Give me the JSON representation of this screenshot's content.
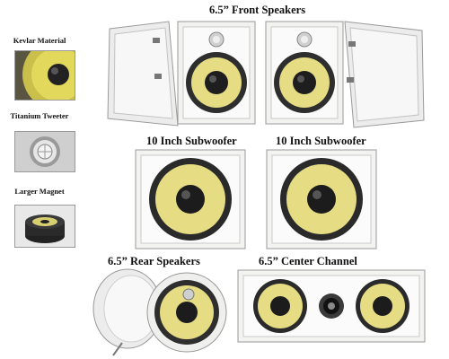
{
  "sidebar": {
    "features": [
      {
        "label": "Kevlar Material"
      },
      {
        "label": "Titanium Tweeter"
      },
      {
        "label": "Larger Magnet"
      }
    ]
  },
  "sections": {
    "front_speakers": "6.5” Front Speakers",
    "subwoofer_left": "10 Inch Subwoofer",
    "subwoofer_right": "10 Inch Subwoofer",
    "rear_speakers": "6.5” Rear Speakers",
    "center_channel": "6.5” Center Channel"
  },
  "colors": {
    "cone_yellow": "#e8e08a",
    "frame_white": "#f4f4f2",
    "dark": "#1e1e1e"
  }
}
